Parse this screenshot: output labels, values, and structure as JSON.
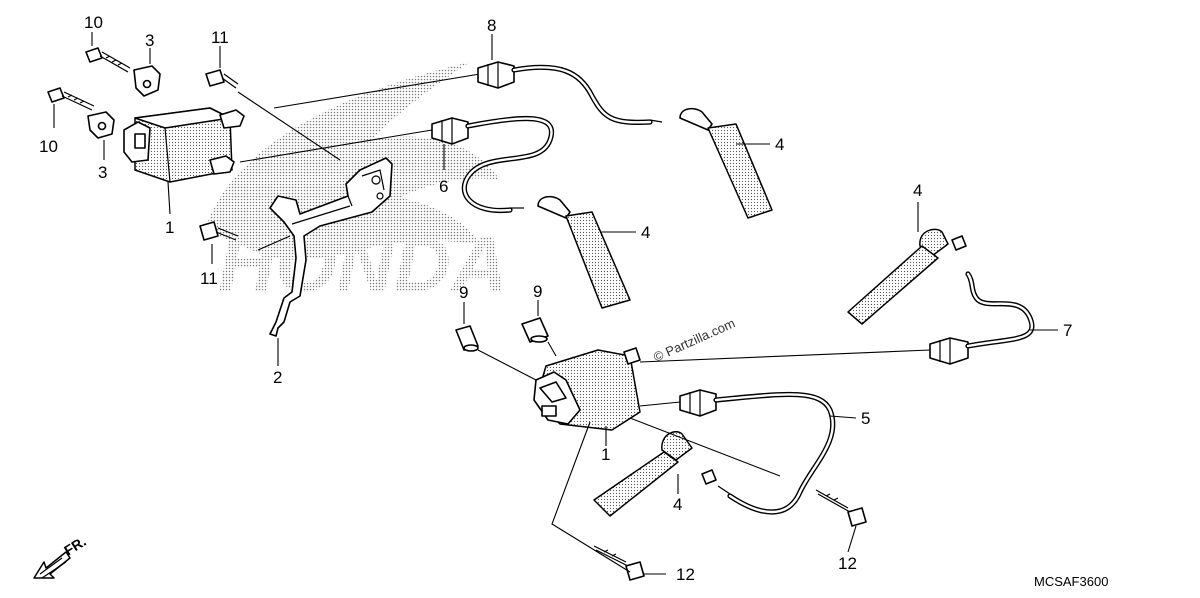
{
  "diagram": {
    "code": "MCSAF3600",
    "front_label": "FR.",
    "watermark": "© Partzilla.com",
    "brand_logo": "HONDA",
    "callouts": [
      "10",
      "3",
      "11",
      "8",
      "10",
      "3",
      "1",
      "6",
      "4",
      "11",
      "4",
      "4",
      "9",
      "9",
      "2",
      "7",
      "5",
      "1",
      "4",
      "12",
      "12"
    ]
  }
}
